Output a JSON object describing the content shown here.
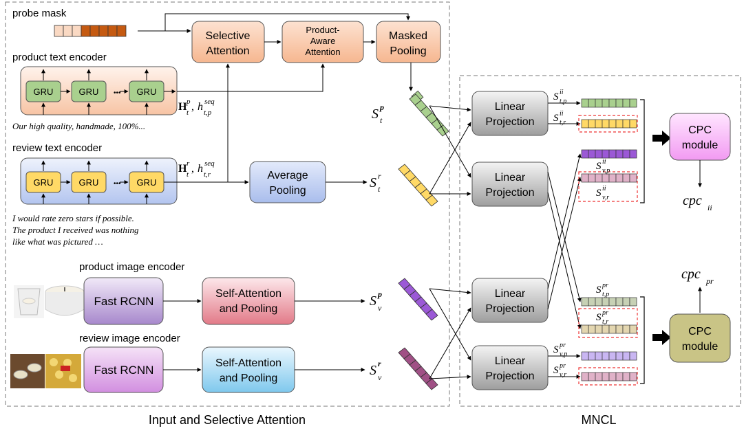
{
  "sections": {
    "left_title": "Input and Selective Attention",
    "right_title": "MNCL"
  },
  "labels": {
    "probe_mask": "probe mask",
    "product_text_encoder": "product text encoder",
    "review_text_encoder": "review text encoder",
    "product_image_encoder": "product image encoder",
    "review_image_encoder": "review image encoder",
    "product_text_sample": "Our high quality, handmade, 100%...",
    "review_text_sample_1": "I would rate zero stars if possible.",
    "review_text_sample_2": "The product I received was nothing",
    "review_text_sample_3": "like what was pictured …"
  },
  "boxes": {
    "gru": "GRU",
    "ellipsis": "•••",
    "selective_attention_1": "Selective",
    "selective_attention_2": "Attention",
    "product_aware_1": "Product-",
    "product_aware_2": "Aware",
    "product_aware_3": "Attention",
    "masked_pooling_1": "Masked",
    "masked_pooling_2": "Pooling",
    "average_pooling_1": "Average",
    "average_pooling_2": "Pooling",
    "fast_rcnn": "Fast RCNN",
    "self_attention_1": "Self-Attention",
    "self_attention_2": "and Pooling",
    "linear_1": "Linear",
    "linear_2": "Projection",
    "cpc_1": "CPC",
    "cpc_2": "module"
  },
  "math": {
    "H": "H",
    "h": "h",
    "t": "t",
    "p": "p",
    "r": "r",
    "seq": "seq",
    "tp": "t,p",
    "tr": "t,r",
    "vp": "v,p",
    "vr": "v,r",
    "S": "S",
    "ii": "ii",
    "pr": "pr",
    "comma": ",",
    "cpc": "cpc",
    "v": "v"
  },
  "colors": {
    "attention_fill": "#fad2b8",
    "text_encoder_fill": "#fde6d8",
    "review_encoder_fill": "#dbe3f7",
    "gru_green": "#a9d08e",
    "gru_yellow": "#ffd966",
    "average_pooling": "#c5d3f1",
    "fast_rcnn_top": "#efe3f7",
    "fast_rcnn_bottom": "#b39ad1",
    "fast_rcnn2_bottom": "#d79ce0",
    "self_attn_top": "#fce3e6",
    "self_attn_bottom": "#e4838f",
    "self_attn2_top": "#e7f6fd",
    "self_attn2_bottom": "#8fd0ef",
    "linear_top": "#f2f2f2",
    "linear_bottom": "#a6a6a6",
    "cpc_top": "#ffccff",
    "cpc2": "#c9c486",
    "vec_green": "#a9d08e",
    "vec_yellow": "#ffd966",
    "vec_purple": "#9b59d6",
    "vec_maroon": "#a05085",
    "vec_pink": "#e0b2c8",
    "vec_lilac": "#c9b6f2",
    "vec_tan": "#e3d6b0",
    "vec_grey": "#c7d1b5",
    "mask_light": "#fad9c3",
    "mask_dark": "#c55a11",
    "dashed_red": "#e33"
  }
}
